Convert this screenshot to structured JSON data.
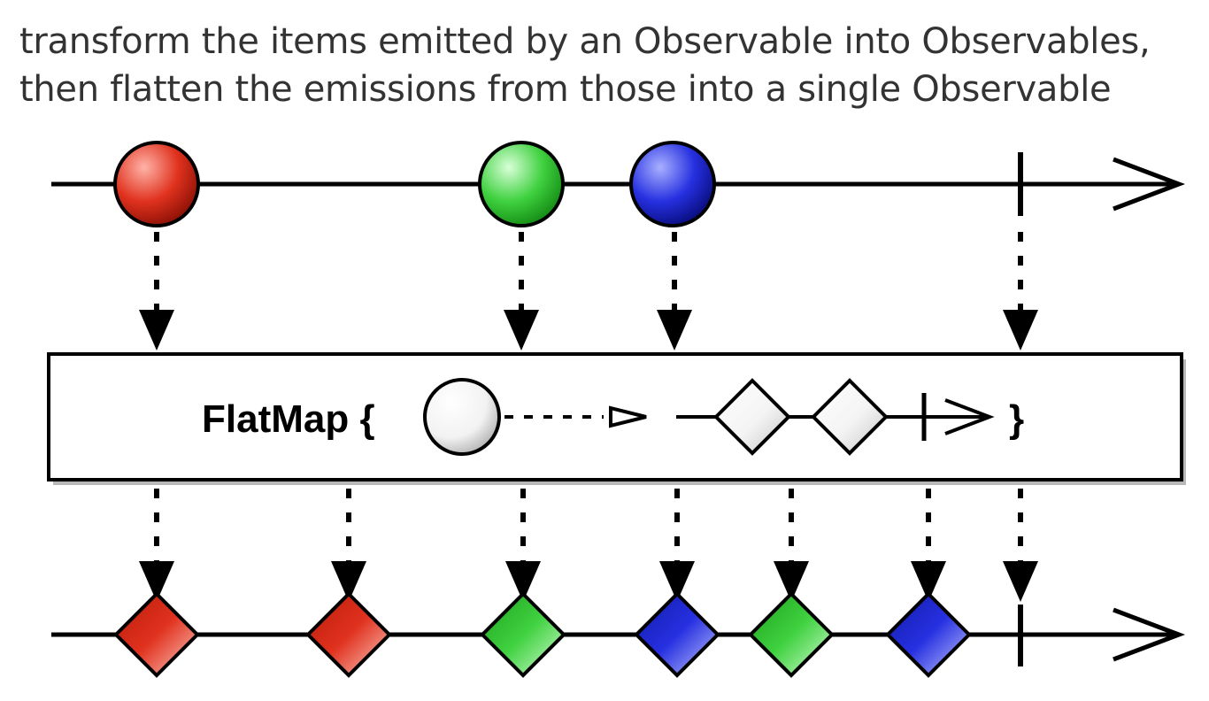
{
  "description_lines": [
    "transform the items emitted by an Observable into Observables,",
    "then flatten the emissions from those into a single Observable"
  ],
  "operator": {
    "name": "FlatMap {",
    "closing_brace": "}"
  },
  "colors": {
    "red": "#e0321e",
    "green": "#3fd13f",
    "blue": "#2630e0",
    "stroke": "#000000",
    "box_fill": "#ffffff"
  },
  "source_items": [
    {
      "color": "red"
    },
    {
      "color": "green"
    },
    {
      "color": "blue"
    }
  ],
  "result_items": [
    {
      "color": "red"
    },
    {
      "color": "red"
    },
    {
      "color": "green"
    },
    {
      "color": "blue"
    },
    {
      "color": "green"
    },
    {
      "color": "blue"
    }
  ]
}
